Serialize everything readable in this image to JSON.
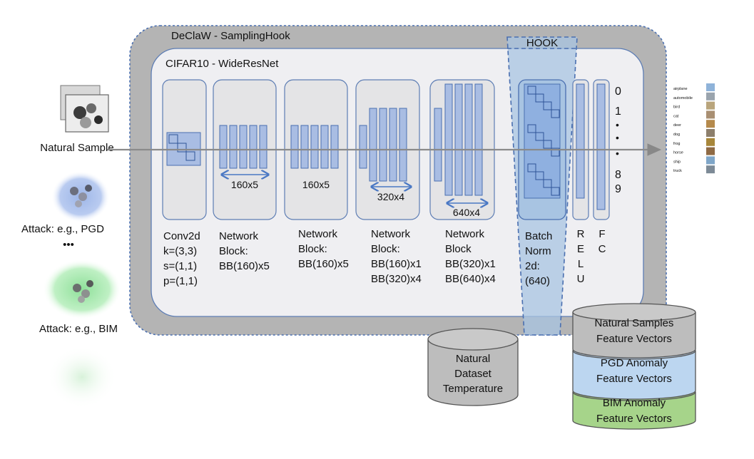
{
  "outer_box": {
    "title": "DeClaW - SamplingHook"
  },
  "inner_box": {
    "title": "CIFAR10 - WideResNet"
  },
  "hook": {
    "label": "HOOK"
  },
  "inputs": {
    "natural": "Natural Sample",
    "pgd": "Attack: e.g., PGD",
    "ellipsis": "•••",
    "bim": "Attack: e.g., BIM"
  },
  "blocks": {
    "conv": {
      "lines": [
        "Conv2d",
        "k=(3,3)",
        "s=(1,1)",
        "p=(1,1)"
      ]
    },
    "nb1": {
      "dim": "160x5",
      "lines": [
        "Network",
        "Block:",
        "BB(160)x5"
      ]
    },
    "nb2": {
      "dim": "160x5",
      "lines": [
        "Network",
        "Block:",
        "BB(160)x5"
      ]
    },
    "nb3": {
      "dim": "320x4",
      "lines": [
        "Network",
        "Block:",
        "BB(160)x1",
        "BB(320)x4"
      ]
    },
    "nb4": {
      "dim": "640x4",
      "lines": [
        "Network",
        "Block",
        "BB(320)x1",
        "BB(640)x4"
      ]
    },
    "bn": {
      "lines": [
        "Batch",
        "Norm",
        "2d:",
        "(640)"
      ]
    },
    "relu": {
      "lines": [
        "R",
        "E",
        "L",
        "U"
      ]
    },
    "fc": {
      "lines": [
        "F",
        "C"
      ]
    }
  },
  "outputs": {
    "digits_top": [
      "0",
      "1"
    ],
    "dots": [
      "•",
      "•",
      "•"
    ],
    "digits_bottom": [
      "8",
      "9"
    ],
    "classes": [
      "airplane",
      "automobile",
      "bird",
      "cat",
      "deer",
      "dog",
      "frog",
      "horse",
      "ship",
      "truck"
    ]
  },
  "temperature_db": {
    "lines": [
      "Natural",
      "Dataset",
      "Temperature"
    ]
  },
  "feature_db": {
    "natural": {
      "lines": [
        "Natural Samples",
        "Feature Vectors"
      ],
      "color": "#bdbdbd"
    },
    "pgd": {
      "lines": [
        "PGD Anomaly",
        "Feature Vectors"
      ],
      "color": "#bcd6f0"
    },
    "bim": {
      "lines": [
        "BIM Anomaly",
        "Feature Vectors"
      ],
      "color": "#a6d48a"
    }
  },
  "colors": {
    "outer_fill": "#b4b4b4",
    "inner_fill": "#efeff2",
    "block_stroke": "#5d7db4",
    "bar_fill": "#a9bde3",
    "hook_fill": "#a8c4e2"
  }
}
